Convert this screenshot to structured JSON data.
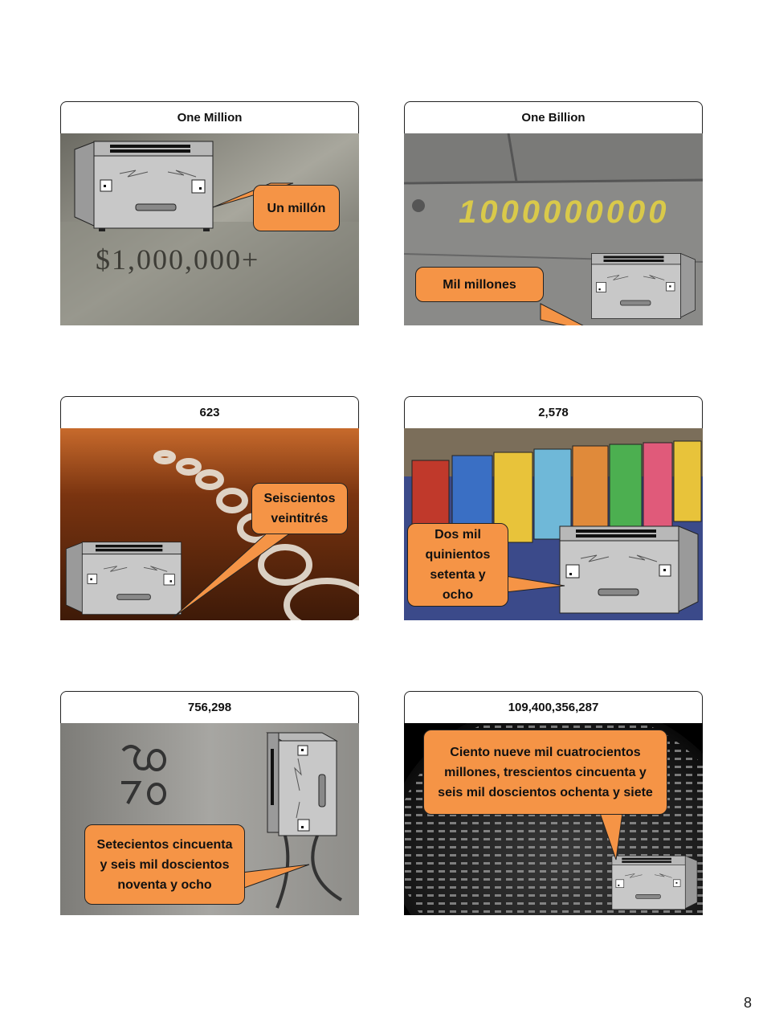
{
  "slides": [
    {
      "title": "One Million",
      "bubble": "Un millón",
      "photo_text": "$1,000,000+"
    },
    {
      "title": "One Billion",
      "bubble": "Mil millones",
      "photo_text": "1000000000"
    },
    {
      "title": "623",
      "bubble": "Seiscientos veintitrés",
      "photo_text": ""
    },
    {
      "title": "2,578",
      "bubble": "Dos mil quinientos setenta y ocho",
      "photo_text": ""
    },
    {
      "title": "756,298",
      "bubble": "Setecientos cincuenta y seis mil doscientos noventa y ocho",
      "photo_text": ""
    },
    {
      "title": "109,400,356,287",
      "bubble": "Ciento nueve mil cuatrocientos millones, trescientos cincuenta y seis mil doscientos ochenta y siete",
      "photo_text": ""
    }
  ],
  "page_number": "8",
  "colors": {
    "bubble": "#f59446",
    "toaster": "#c8c8c8"
  },
  "icons": [
    "toaster-character-icon"
  ]
}
